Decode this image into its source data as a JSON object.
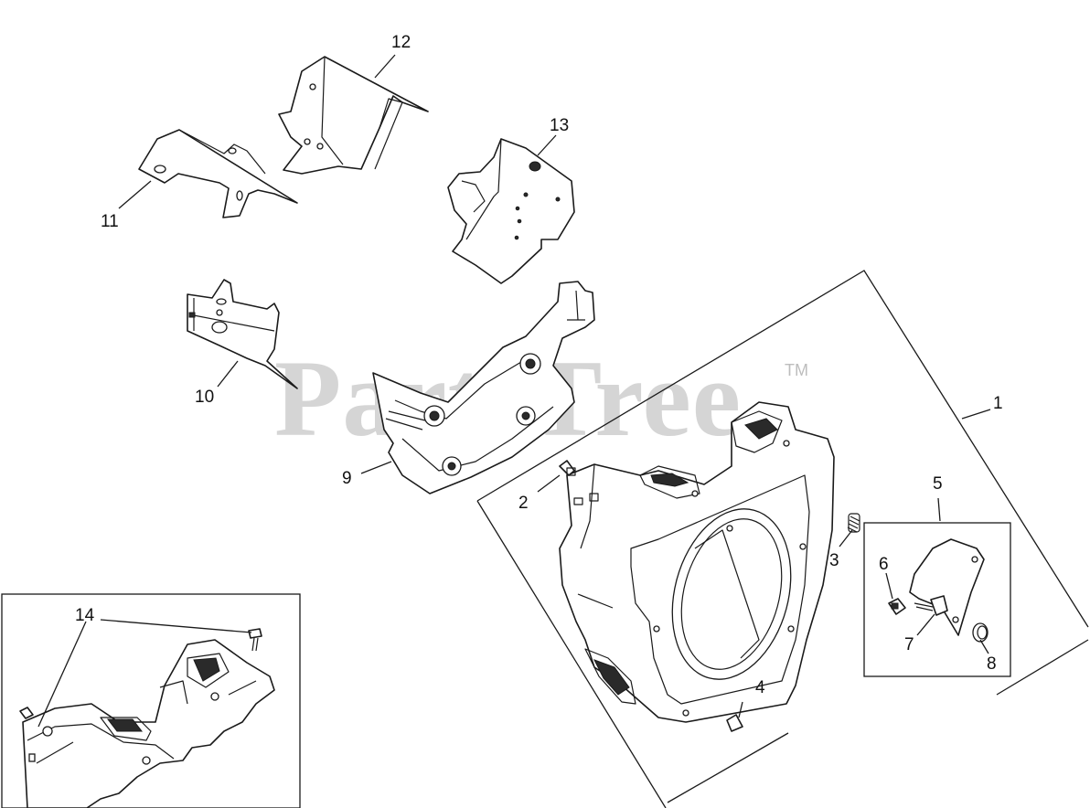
{
  "watermark": {
    "text": "PartsTree",
    "mark": "TM"
  },
  "callouts": [
    {
      "id": "callout-1",
      "label": "1"
    },
    {
      "id": "callout-2",
      "label": "2"
    },
    {
      "id": "callout-3",
      "label": "3"
    },
    {
      "id": "callout-4",
      "label": "4"
    },
    {
      "id": "callout-5",
      "label": "5"
    },
    {
      "id": "callout-6",
      "label": "6"
    },
    {
      "id": "callout-7",
      "label": "7"
    },
    {
      "id": "callout-8",
      "label": "8"
    },
    {
      "id": "callout-9",
      "label": "9"
    },
    {
      "id": "callout-10",
      "label": "10"
    },
    {
      "id": "callout-11",
      "label": "11"
    },
    {
      "id": "callout-12",
      "label": "12"
    },
    {
      "id": "callout-13",
      "label": "13"
    },
    {
      "id": "callout-14",
      "label": "14"
    }
  ],
  "colors": {
    "line": "#1a1a1a",
    "watermark": "#c8c8c8",
    "background": "#ffffff"
  }
}
